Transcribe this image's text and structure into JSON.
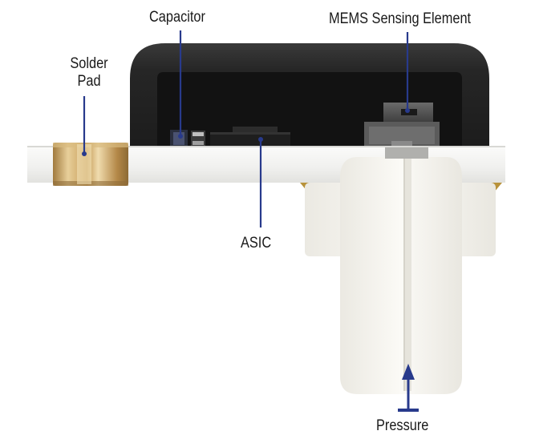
{
  "labels": {
    "capacitor": "Capacitor",
    "mems": "MEMS Sensing Element",
    "solder_line1": "Solder",
    "solder_line2": "Pad",
    "asic": "ASIC",
    "pressure": "Pressure"
  },
  "icons": {
    "pressure_arrow": "arrow-up-icon"
  },
  "colors": {
    "housing": "#2b2b2b",
    "housing_inner": "#111111",
    "pcb": "#f2f2f0",
    "port": "#f5f4ef",
    "solder_pad": "#c9a66b",
    "leader_lines": "#283a8c",
    "gold_contacts": "#b8923a"
  }
}
